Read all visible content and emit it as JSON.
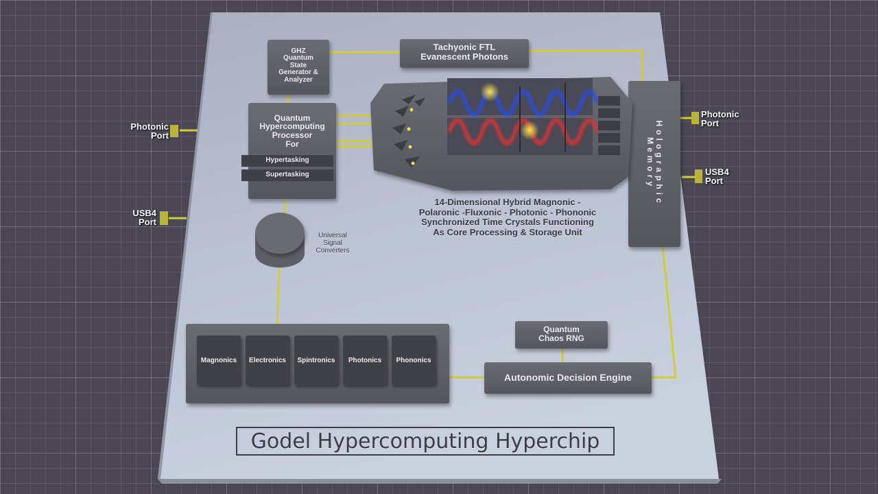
{
  "title": "Godel Hypercomputing Hyperchip",
  "blocks": {
    "ghz": "GHZ\nQuantum\nState\nGenerator &\nAnalyzer",
    "tachyonic": "Tachyonic FTL\nEvanescent Photons",
    "processor": "Quantum\nHypercomputing\nProcessor\nFor",
    "hypertasking": "Hypertasking",
    "supertasking": "Supertasking",
    "holographic": "Holographic Memory",
    "signal_converters": "Universal\nSignal\nConverters",
    "time_crystals": "14-Dimensional Hybrid Magnonic -\nPolaronic -Fluxonic - Photonic - Phononic\nSynchronized Time Crystals Functioning\nAs Core Processing & Storage Unit",
    "rng": "Quantum\nChaos RNG",
    "decision_engine": "Autonomic Decision Engine"
  },
  "modules": [
    "Magnonics",
    "Electronics",
    "Spintronics",
    "Photonics",
    "Phononics"
  ],
  "ports": {
    "left_top": "Photonic\nPort",
    "left_bottom": "USB4\nPort",
    "right_top": "Photonic\nPort",
    "right_bottom": "USB4\nPort"
  },
  "colors": {
    "board": "#aab0c2",
    "block": "#5f6068",
    "trace": "#d8d23a",
    "wave_blue": "#2a4de0",
    "wave_red": "#e03030"
  }
}
